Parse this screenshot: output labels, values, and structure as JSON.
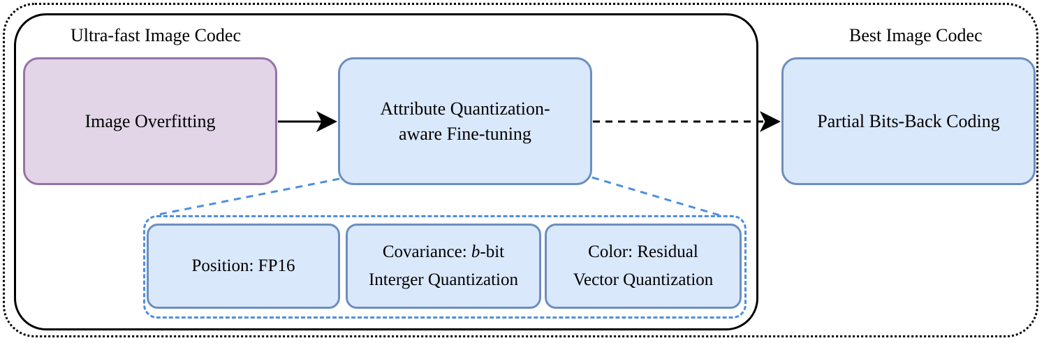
{
  "groups": {
    "ultra_fast": {
      "label": "Ultra-fast Image Codec"
    },
    "best": {
      "label": "Best Image Codec"
    }
  },
  "nodes": {
    "image_overfitting": {
      "text": "Image Overfitting"
    },
    "finetuning": {
      "line1": "Attribute Quantization-",
      "line2": "aware Fine-tuning"
    },
    "bits_back": {
      "text": "Partial Bits-Back Coding"
    },
    "position": {
      "text": "Position: FP16"
    },
    "covariance": {
      "line1_prefix": "Covariance: ",
      "line1_italic": "b",
      "line1_suffix": "-bit",
      "line2": "Interger Quantization"
    },
    "color": {
      "line1": "Color: Residual",
      "line2": "Vector Quantization"
    }
  },
  "colors": {
    "blue_fill": "#dae8fc",
    "blue_stroke": "#6c8ebf",
    "purple_fill": "#e1d5e7",
    "purple_stroke": "#9673a6",
    "dashed_blue": "#4d8fe0"
  }
}
